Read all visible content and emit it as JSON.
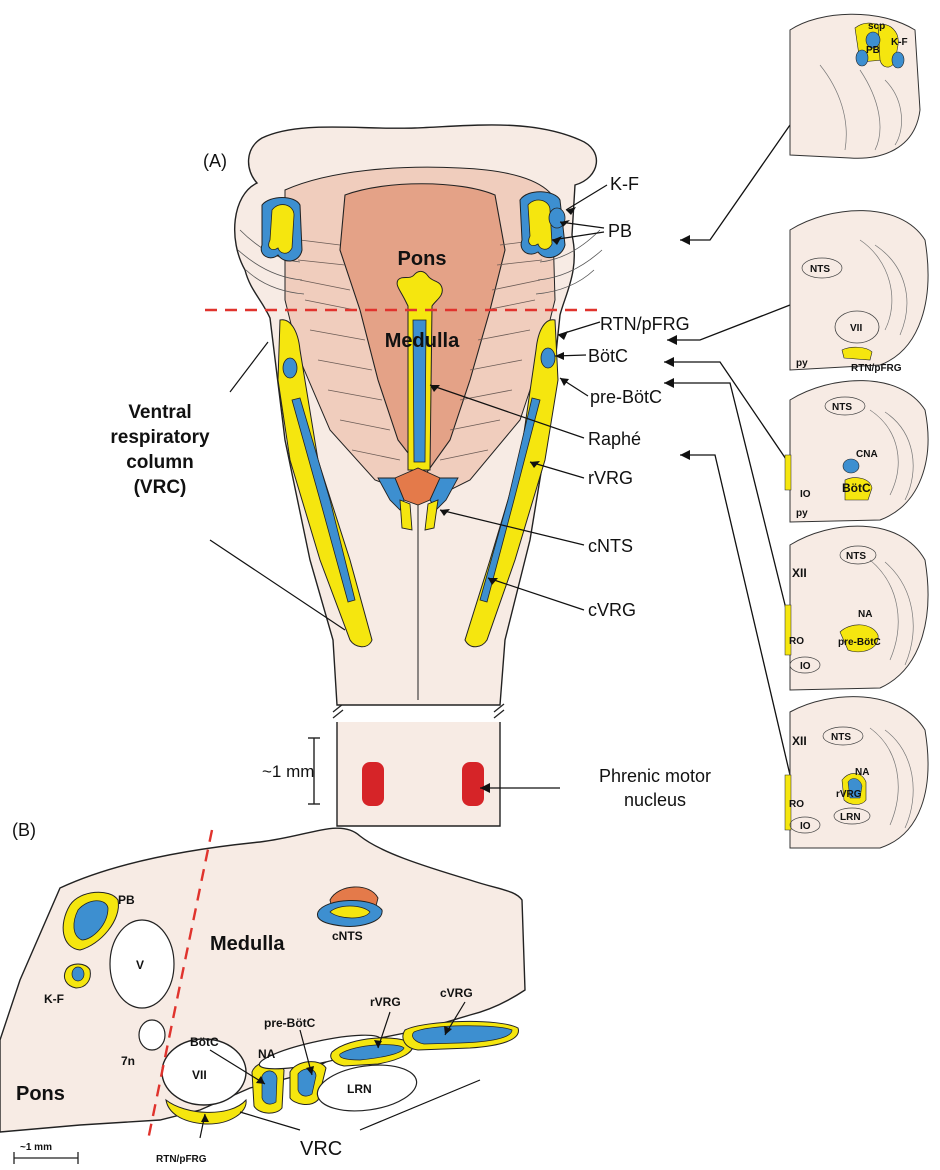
{
  "colors": {
    "tissue": "#f7ebe4",
    "pons_core": "#e4a287",
    "pons_shade": "#f0cdbd",
    "nucleus_yellow": "#f5e60f",
    "nucleus_blue": "#3d8fd0",
    "ntS_orange": "#e47a4a",
    "phrenic_red": "#d62428",
    "cut_line": "#e0332d"
  },
  "panel_a": {
    "tag": "(A)",
    "pons": "Pons",
    "medulla": "Medulla",
    "vrc_label": [
      "Ventral",
      "respiratory",
      "column",
      "(VRC)"
    ],
    "scale": "~1 mm",
    "phrenic": [
      "Phrenic motor",
      "nucleus"
    ],
    "right_labels": {
      "kf": "K-F",
      "pb": "PB",
      "rtn": "RTN/pFRG",
      "botc": "BötC",
      "prebotc": "pre-BötC",
      "raphe": "Raphé",
      "rvrg": "rVRG",
      "cnts": "cNTS",
      "cvrg": "cVRG"
    }
  },
  "sections": {
    "s1": {
      "scp": "scp",
      "pb": "PB",
      "kf": "K-F"
    },
    "s2": {
      "nts": "NTS",
      "vii": "VII",
      "py": "py",
      "rtn": "RTN/pFRG"
    },
    "s3": {
      "nts": "NTS",
      "cna": "CNA",
      "io": "IO",
      "py": "py",
      "botc": "BötC"
    },
    "s4": {
      "xii": "XII",
      "nts": "NTS",
      "na": "NA",
      "ro": "RO",
      "io": "IO",
      "prebotc": "pre-BötC"
    },
    "s5": {
      "xii": "XII",
      "nts": "NTS",
      "na": "NA",
      "ro": "RO",
      "rvrg": "rVRG",
      "io": "IO",
      "lrn": "LRN"
    }
  },
  "panel_b": {
    "tag": "(B)",
    "pb": "PB",
    "kf": "K-F",
    "v": "V",
    "n7": "7n",
    "pons": "Pons",
    "medulla": "Medulla",
    "cnts": "cNTS",
    "prebotc": "pre-BötC",
    "rvrg": "rVRG",
    "cvrg": "cVRG",
    "botc": "BötC",
    "na": "NA",
    "vii": "VII",
    "lrn": "LRN",
    "rtn": "RTN/pFRG",
    "vrc": "VRC",
    "scale": "~1 mm"
  }
}
